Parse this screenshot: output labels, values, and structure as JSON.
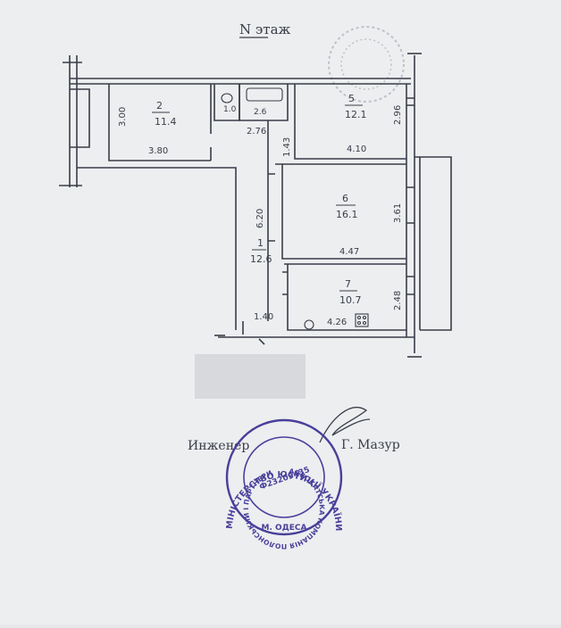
{
  "header": {
    "floor_label": "N этаж"
  },
  "rooms": [
    {
      "num": "2",
      "area": "11.4"
    },
    {
      "num": "5",
      "area": "12.1"
    },
    {
      "num": "6",
      "area": "16.1"
    },
    {
      "num": "7",
      "area": "10.7"
    },
    {
      "num": "1",
      "area": "12.6"
    }
  ],
  "dimensions": {
    "d300": "3.00",
    "d380": "3.80",
    "d276": "2.76",
    "d143": "1.43",
    "d296": "2.96",
    "d410": "4.10",
    "d620": "6.20",
    "d361": "3.61",
    "d447": "4.47",
    "d248": "2.48",
    "d426": "4.26",
    "d140": "1.40",
    "wc_area": "1.0",
    "bath_area": "2.6"
  },
  "footer": {
    "engineer_label": "Инженер",
    "engineer_name": "Г. Мазур"
  },
  "stamp": {
    "outer_text": "МІНІСТЕРСТВО ЮСТИЦІЇ УКРАЇНИ",
    "inner_text": "АДВОКАТСЬКА КОМПАНІЯ ПОЛОНСЬКИЙ І ПАРТНЕРИ",
    "code": "Ф23209435",
    "city": "М. ОДЕСА"
  },
  "colors": {
    "ink": "#3a3d48",
    "stamp": "#4a3f9a",
    "paper": "#eceef0",
    "redaction": "#d8d9dc"
  }
}
